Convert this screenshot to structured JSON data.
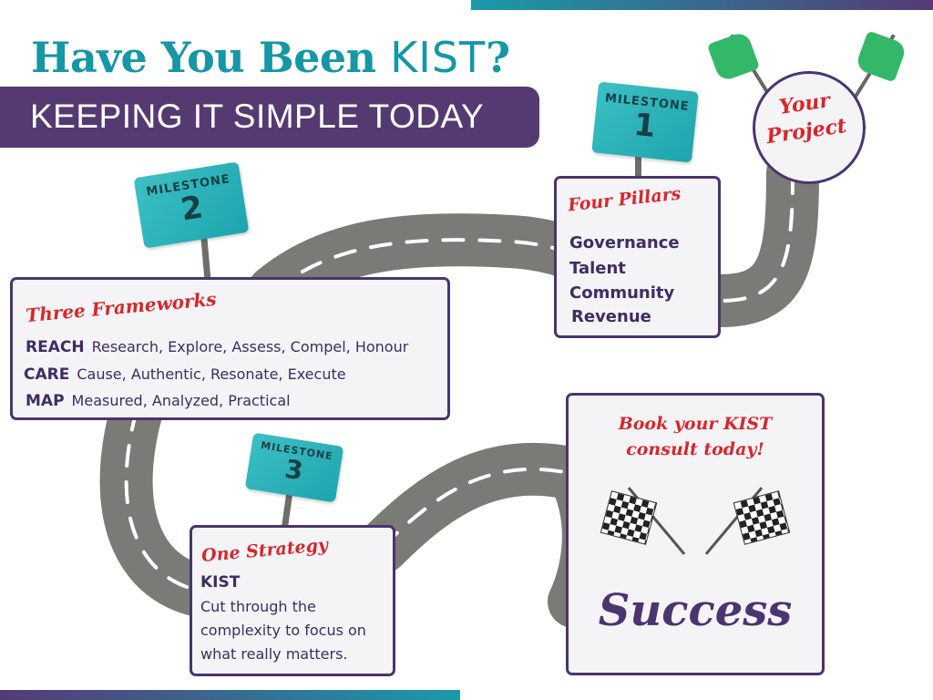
{
  "header": {
    "title_bold": "Have You Been",
    "title_thin": "KIST",
    "title_mark": "?",
    "subtitle": "KEEPING IT SIMPLE TODAY"
  },
  "project": {
    "line1": "Your",
    "line2": "Project"
  },
  "milestones": [
    {
      "label": "MILESTONE",
      "number": "1"
    },
    {
      "label": "MILESTONE",
      "number": "2"
    },
    {
      "label": "MILESTONE",
      "number": "3"
    }
  ],
  "four_pillars": {
    "heading": "Four Pillars",
    "items": [
      "Governance",
      "Talent",
      "Community",
      "Revenue"
    ]
  },
  "three_frameworks": {
    "heading": "Three Frameworks",
    "rows": [
      {
        "name": "REACH",
        "desc": "Research, Explore, Assess, Compel, Honour"
      },
      {
        "name": "CARE",
        "desc": "Cause, Authentic, Resonate, Execute"
      },
      {
        "name": "MAP",
        "desc": "Measured, Analyzed, Practical"
      }
    ]
  },
  "one_strategy": {
    "heading": "One Strategy",
    "name": "KIST",
    "desc": "Cut through the complexity to focus on what really matters."
  },
  "success": {
    "cta_line1": "Book your KIST",
    "cta_line2": "consult today!",
    "word": "Success"
  },
  "colors": {
    "teal": "#1597a5",
    "purple": "#553a72",
    "red": "#d9262b",
    "road": "#7a7a76"
  }
}
